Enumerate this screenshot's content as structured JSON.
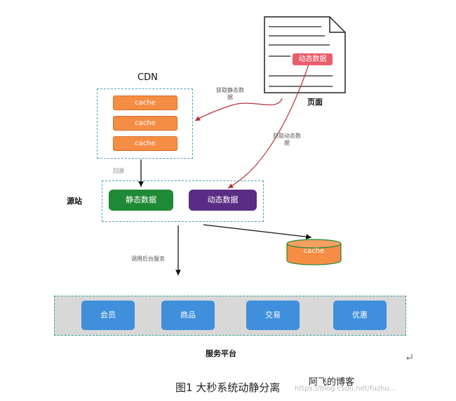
{
  "cdn": {
    "title": "CDN",
    "cache_items": [
      "cache",
      "cache",
      "cache"
    ]
  },
  "page": {
    "label": "页面",
    "badge": "动态数据"
  },
  "notes": {
    "get_static": "获取静态数据",
    "get_dynamic": "获取动态数据",
    "back_to_origin": "回源",
    "call_backend": "调用后台服务"
  },
  "origin": {
    "label": "源站",
    "static_data": "静态数据",
    "dynamic_data": "动态数据"
  },
  "cache_store": {
    "label": "cache"
  },
  "platform": {
    "label": "服务平台",
    "services": [
      "会员",
      "商品",
      "交易",
      "优惠"
    ]
  },
  "caption": "图1 大秒系统动静分离",
  "watermark": {
    "text": "阿飞的博客",
    "url": "https://blog.csdn.net/fuzhu..."
  },
  "colors": {
    "cache": "#f58d45",
    "static": "#1f8a36",
    "dynamic": "#5b2c83",
    "badge": "#ea5d6a",
    "service": "#3f8fdc",
    "dash": "#4fa1b8",
    "arrow_red": "#b5303a"
  }
}
